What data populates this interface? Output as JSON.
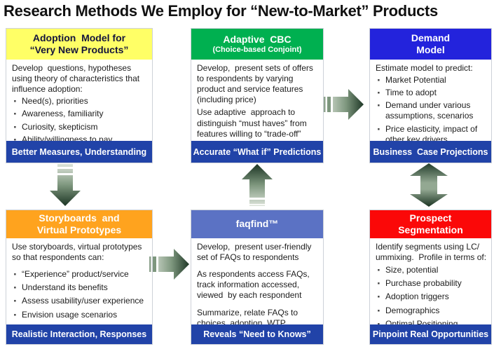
{
  "title": "Research Methods We Employ for “New-to-Market” Products",
  "palette": {
    "footer_blue": "#2143A8",
    "header_yellow": "#FFFF66",
    "header_green": "#00B050",
    "header_blue": "#2323DC",
    "header_orange": "#FFA31E",
    "header_slate_blue": "#5B72C4",
    "header_red": "#FB0808",
    "arrow_dark_green": "#1B3423",
    "arrow_light_green": "#DDE4DA",
    "body_text": "#1C1C1C"
  },
  "boxes": [
    {
      "name": "adoption-model",
      "header_line1": "Adoption  Model for",
      "header_line2": "“Very New Products”",
      "header_bg": "#FFFF66",
      "header_fg": "#14143C",
      "content": [
        {
          "t": "p",
          "s": "Develop  questions, hypotheses using theory of characteristics that influence adoption:"
        },
        {
          "t": "b",
          "s": "Need(s), priorities"
        },
        {
          "t": "b",
          "s": "Awareness, familiarity"
        },
        {
          "t": "b",
          "s": "Curiosity, skepticism"
        },
        {
          "t": "b",
          "s": "Ability/willingness to pay"
        }
      ],
      "footer": "Better Measures, Understanding"
    },
    {
      "name": "adaptive-cbc",
      "header_line1": "Adaptive  CBC",
      "header_line2": "(Choice-based Conjoint)",
      "header_bg": "#00B050",
      "header_fg": "#FFFFFF",
      "content": [
        {
          "t": "p",
          "s": "Develop,  present sets of offers to respondents by varying  product and service features (including price)"
        },
        {
          "t": "p",
          "s": "Use adaptive  approach to distinguish “must haves” from features willing to “trade-off”"
        }
      ],
      "footer": "Accurate “What if” Predictions"
    },
    {
      "name": "demand-model",
      "header_line1": "Demand",
      "header_line2": "Model",
      "header_bg": "#2323DC",
      "header_fg": "#FFFFFF",
      "content": [
        {
          "t": "p",
          "s": "Estimate model to predict:"
        },
        {
          "t": "b",
          "s": "Market Potential"
        },
        {
          "t": "b",
          "s": "Time to adopt"
        },
        {
          "t": "b",
          "s": "Demand under various assumptions, scenarios"
        },
        {
          "t": "b",
          "s": "Price elasticity, impact of other key drivers"
        }
      ],
      "footer": "Business  Case Projections"
    },
    {
      "name": "storyboards-virtual-prototypes",
      "header_line1": "Storyboards  and",
      "header_line2": "Virtual Prototypes",
      "header_bg": "#FFA31E",
      "header_fg": "#FFFFFF",
      "content": [
        {
          "t": "p",
          "s": "Use storyboards, virtual prototypes so that respondents can:"
        },
        {
          "t": "b",
          "s": "“Experience” product/service"
        },
        {
          "t": "b",
          "s": "Understand its benefits"
        },
        {
          "t": "b",
          "s": "Assess usability/user experience"
        },
        {
          "t": "b",
          "s": "Envision usage scenarios"
        }
      ],
      "footer": "Realistic Interaction, Responses"
    },
    {
      "name": "faqfind",
      "header_line1": "faqfind™",
      "header_line2": "",
      "header_bg": "#5B72C4",
      "header_fg": "#FFFFFF",
      "content": [
        {
          "t": "p",
          "s": "Develop,  present user-friendly set of FAQs to respondents"
        },
        {
          "t": "p",
          "s": "As respondents access FAQs, track information accessed, viewed  by each respondent"
        },
        {
          "t": "p",
          "s": "Summarize, relate FAQs to choices, adoption, WTP"
        }
      ],
      "footer": "Reveals “Need to Knows”"
    },
    {
      "name": "prospect-segmentation",
      "header_line1": "Prospect",
      "header_line2": "Segmentation",
      "header_bg": "#FB0808",
      "header_fg": "#FFFFFF",
      "content": [
        {
          "t": "p",
          "s": "Identify segments using LC/​ummixing.  Profile in terms of:"
        },
        {
          "t": "b",
          "s": "Size, potential"
        },
        {
          "t": "b",
          "s": "Purchase probability"
        },
        {
          "t": "b",
          "s": "Adoption triggers"
        },
        {
          "t": "b",
          "s": "Demographics"
        },
        {
          "t": "b",
          "s": "Optimal Positioning"
        }
      ],
      "footer": "Pinpoint Real Opportunities"
    }
  ],
  "arrows": [
    {
      "name": "arrow-down-adoption-to-storyboards",
      "direction": "down"
    },
    {
      "name": "arrow-right-cbc-to-demand",
      "direction": "right"
    },
    {
      "name": "arrow-up-faqfind-to-cbc",
      "direction": "up"
    },
    {
      "name": "arrow-updown-demand-segmentation",
      "direction": "up-down"
    },
    {
      "name": "arrow-right-storyboards-to-faqfind",
      "direction": "right"
    }
  ]
}
